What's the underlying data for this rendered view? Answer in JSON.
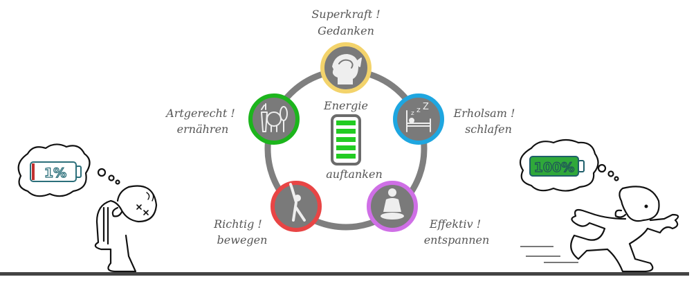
{
  "center": {
    "title": "Energie",
    "subtitle": "auftanken",
    "battery_level": 1.0
  },
  "nodes": [
    {
      "line1": "Superkraft !",
      "line2": "Gedanken",
      "color": "#f3d36b",
      "icon": "brain-head-icon"
    },
    {
      "line1": "Erholsam !",
      "line2": "schlafen",
      "color": "#1ea6e0",
      "icon": "sleeping-bed-icon"
    },
    {
      "line1": "Effektiv !",
      "line2": "entspannen",
      "color": "#cf6fe6",
      "icon": "meditation-icon"
    },
    {
      "line1": "Richtig !",
      "line2": "bewegen",
      "color": "#e84545",
      "icon": "yoga-pose-icon"
    },
    {
      "line1": "Artgerecht !",
      "line2": "ernähren",
      "color": "#1cb51c",
      "icon": "vegetables-icon"
    }
  ],
  "left_character": {
    "battery_text": "1%",
    "battery_color": "#c0302f",
    "state": "exhausted"
  },
  "right_character": {
    "battery_text": "100%",
    "battery_color": "#2fa83a",
    "state": "running"
  },
  "colors": {
    "ring": "#7f7f7f",
    "node_fill": "#7a7a7a",
    "ground": "#444444"
  }
}
